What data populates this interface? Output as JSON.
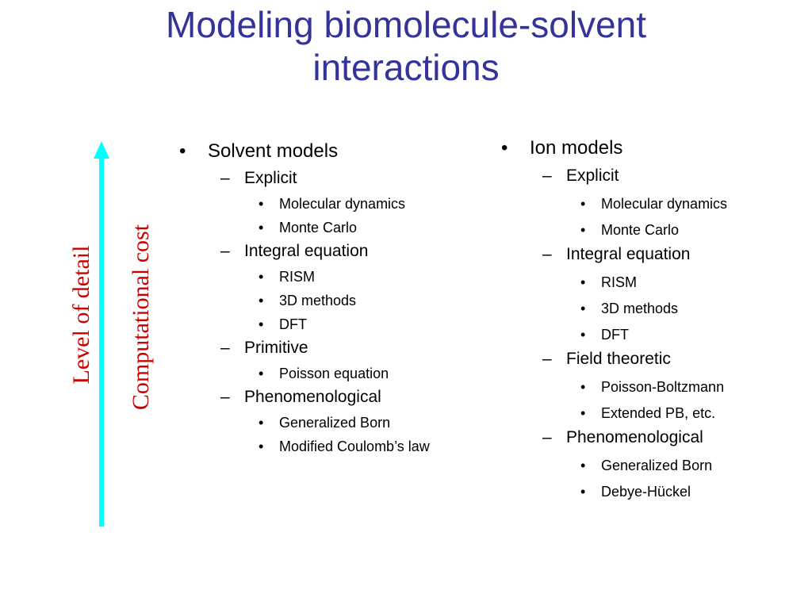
{
  "slide": {
    "title_line1": "Modeling biomolecule-solvent",
    "title_line2": "interactions",
    "title_color": "#333399",
    "label_color": "#cc0000",
    "arrow_color": "#00ffff",
    "axis_labels": {
      "detail": "Level of detail",
      "cost": "Computational cost"
    },
    "bullets": {
      "l1": "•",
      "l2": "–",
      "l3": "•"
    },
    "left": {
      "heading": "Solvent models",
      "explicit": {
        "label": "Explicit",
        "items": [
          "Molecular dynamics",
          "Monte Carlo"
        ]
      },
      "integral": {
        "label": "Integral equation",
        "items": [
          "RISM",
          "3D methods",
          "DFT"
        ]
      },
      "primitive": {
        "label": "Primitive",
        "items": [
          "Poisson equation"
        ]
      },
      "phenom": {
        "label": "Phenomenological",
        "items": [
          "Generalized Born",
          "Modified Coulomb’s law"
        ]
      }
    },
    "right": {
      "heading": "Ion models",
      "explicit": {
        "label": "Explicit",
        "items": [
          "Molecular dynamics",
          "Monte Carlo"
        ]
      },
      "integral": {
        "label": "Integral equation",
        "items": [
          "RISM",
          "3D methods",
          "DFT"
        ]
      },
      "field": {
        "label": "Field theoretic",
        "items": [
          "Poisson-Boltzmann",
          "Extended PB, etc."
        ]
      },
      "phenom": {
        "label": "Phenomenological",
        "items": [
          "Generalized Born",
          "Debye-Hückel"
        ]
      }
    }
  }
}
